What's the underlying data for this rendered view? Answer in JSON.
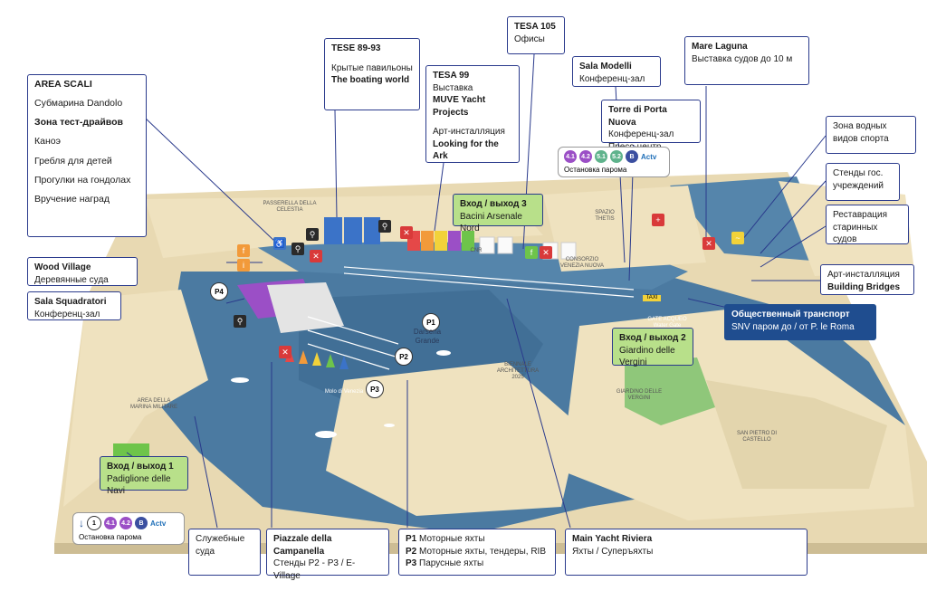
{
  "labels": {
    "area_scali": {
      "title": "AREA SCALI",
      "l1": "Субмарина Dandolo",
      "l2": "Зона тест-драйвов",
      "l3": "Каноэ",
      "l4": "Гребля для детей",
      "l5": "Прогулки на гондолах",
      "l6": "Вручение наград"
    },
    "tese8993": {
      "title": "TESE 89-93",
      "l1": "Крытые павильоны",
      "l2": "The boating world"
    },
    "tesa99": {
      "title": "TESA 99",
      "l1": "Выставка",
      "l2": "MUVE Yacht Projects",
      "l3": "Арт-инсталляция",
      "l4": "Looking for the Ark"
    },
    "tesa105": {
      "title": "TESA 105",
      "l1": "Офисы"
    },
    "sala_modelli": {
      "title": "Sala Modelli",
      "l1": "Конференц-зал"
    },
    "torre": {
      "title": "Torre di Porta Nuova",
      "l1": "Конференц-зал",
      "l2": "Пресс-центр"
    },
    "mare_laguna": {
      "title": "Mare Laguna",
      "l1": "Выставка судов до 10 м"
    },
    "water_sports": {
      "l1": "Зона водных видов спорта"
    },
    "gov_stands": {
      "l1": "Стенды гос. учреждений"
    },
    "restoration": {
      "l1": "Реставрация старинных судов"
    },
    "building_bridges": {
      "l1": "Арт-инсталляция",
      "l2": "Building Bridges"
    },
    "transport": {
      "l1": "Общественный транспорт",
      "l2": "SNV паром до / от P. le Roma"
    },
    "entry3": {
      "l1": "Вход / выход 3",
      "l2": "Bacini Arsenale Nord"
    },
    "entry2": {
      "l1": "Вход / выход 2",
      "l2": "Giardino delle Vergini"
    },
    "entry1": {
      "l1": "Вход / выход 1",
      "l2": "Padiglione delle Navi"
    },
    "wood_village": {
      "title": "Wood Village",
      "l1": "Деревянные суда"
    },
    "sala_squadratori": {
      "title": "Sala Squadratori",
      "l1": "Конференц-зал"
    },
    "service": {
      "l1": "Служебные суда"
    },
    "piazzale": {
      "title": "Piazzale della Campanella",
      "l1": "Стенды P2 - P3 / E-Village"
    },
    "pontoons": {
      "p1": "P1",
      "p1t": "Моторные яхты",
      "p2": "P2",
      "p2t": "Моторные яхты, тендеры, RIB",
      "p3": "P3",
      "p3t": "Парусные яхты"
    },
    "main_riviera": {
      "title": "Main Yacht Riviera",
      "l1": "Яхты / Суперъяхты"
    }
  },
  "ferry_top": {
    "lines": [
      "4.1",
      "4.2",
      "5.1",
      "5.2",
      "B"
    ],
    "brand": "Actv",
    "label": "Остановка парома"
  },
  "ferry_bottom": {
    "lines": [
      "1",
      "4.1",
      "4.2",
      "B"
    ],
    "brand": "Actv",
    "label": "Остановка парома"
  },
  "map_text": {
    "darsena": "Darsena Grande",
    "biennale": "BIENNALE ARCHITETTURA 2025",
    "giardino": "GIARDINO DELLE VERGINI",
    "gate": "GATE ACQUEO Water Gate",
    "spazio": "SPAZIO THETIS",
    "cnr": "CNR",
    "consorzio": "CONSORZIO VENEZIA NUOVA",
    "marina": "AREA DELLA MARINA MILITARE",
    "sanpietro": "SAN PIETRO DI CASTELLO",
    "celestia": "PASSERELLA DELLA CELESTIA",
    "molo": "Molo di Venezia",
    "taxi": "TAXI"
  },
  "pins": [
    "P1",
    "P2",
    "P3",
    "P4"
  ],
  "colors": {
    "water": "#3f6f96",
    "land": "#efe2bf",
    "navy": "#2a3a8c",
    "green": "#b8e08a",
    "purple": "#9b4fc6",
    "red": "#d93a3a"
  }
}
